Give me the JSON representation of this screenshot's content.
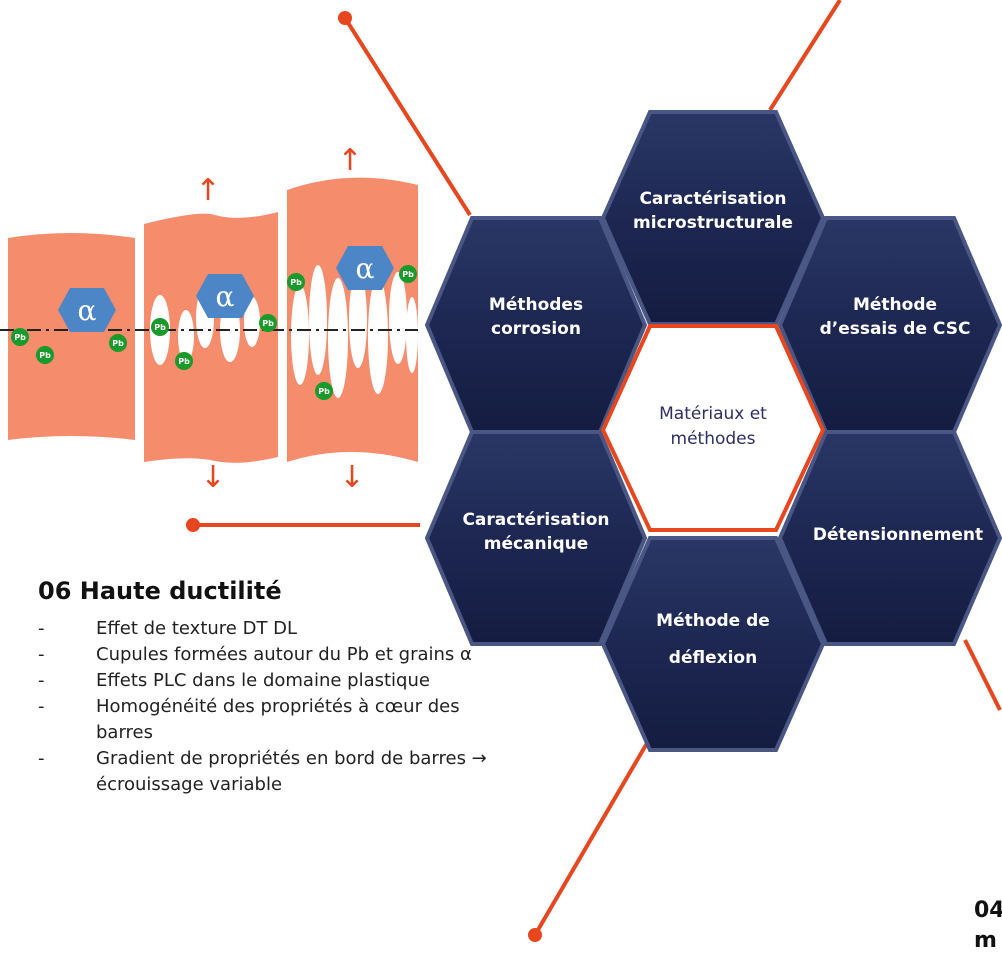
{
  "center_label": [
    "Matériaux et",
    "méthodes"
  ],
  "hexagons": [
    {
      "id": "corrosion",
      "lines": [
        "Méthodes",
        "corrosion"
      ]
    },
    {
      "id": "microstructural",
      "lines": [
        "Caractérisation",
        "microstructurale"
      ]
    },
    {
      "id": "csc",
      "lines": [
        "Méthode",
        "d’essais de CSC"
      ]
    },
    {
      "id": "detension",
      "lines": [
        "Détensionnement"
      ]
    },
    {
      "id": "deflexion",
      "lines": [
        "Méthode de",
        "déflexion"
      ]
    },
    {
      "id": "mecanique",
      "lines": [
        "Caractérisation",
        "mécanique"
      ]
    }
  ],
  "section": {
    "heading": "06 Haute ductilité",
    "bullets": [
      "Effet de texture DT DL",
      "Cupules formées autour du Pb et grains α",
      "Effets PLC dans le domaine plastique",
      "Homogénéité  des propriétés à cœur des barres",
      "Gradient de propriétés en bord de barres → écrouissage variable"
    ],
    "dash": "-"
  },
  "corner_text": "04\nm",
  "illustration": {
    "alpha_symbol": "α",
    "lead_label": "Pb",
    "arrow_up": "↑",
    "arrow_down": "↓"
  },
  "colors": {
    "hex_fill": "#1f2a56",
    "hex_border": "#4a5785",
    "accent": "#e8461e",
    "salmon": "#f58c6c",
    "alpha_blue": "#4d86c6",
    "lead_green": "#1a9a2a"
  }
}
